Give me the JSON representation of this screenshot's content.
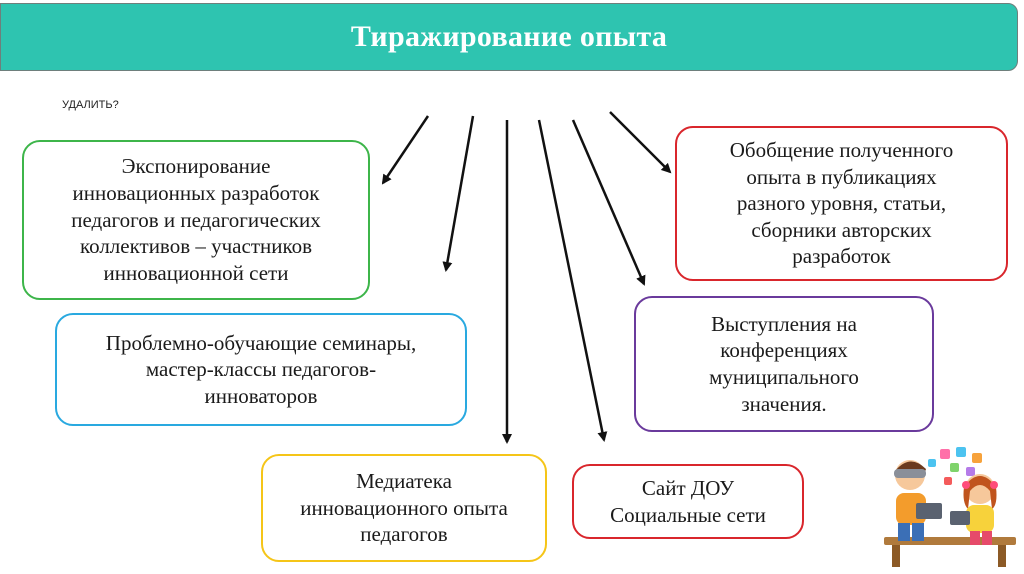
{
  "title": "Тиражирование опыта",
  "note": "УДАЛИТЬ?",
  "boxes": {
    "exposition": "Экспонирование\nинновационных разработок\nпедагогов и педагогических\nколлективов – участников\nинновационной сети",
    "seminars": "Проблемно-обучающие семинары,\nмастер-классы педагогов-\nинноваторов",
    "mediateka": "Медиатека\nинновационного опыта\nпедагогов",
    "site": "Сайт ДОУ\nСоциальные сети",
    "conferences": "Выступления  на\nконференциях\nмуниципального\nзначения.",
    "publications": "Обобщение полученного\nопыта в публикациях\nразного уровня, статьи,\nсборники авторских\nразработок"
  },
  "colors": {
    "title_bar": "#2ec4b0",
    "exposition": "#3db54a",
    "seminars": "#29a9e0",
    "mediateka": "#f5c518",
    "site": "#d9262c",
    "conferences": "#6a3a9c",
    "publications": "#d9262c"
  },
  "illustration": "children-with-gadgets-illustration"
}
